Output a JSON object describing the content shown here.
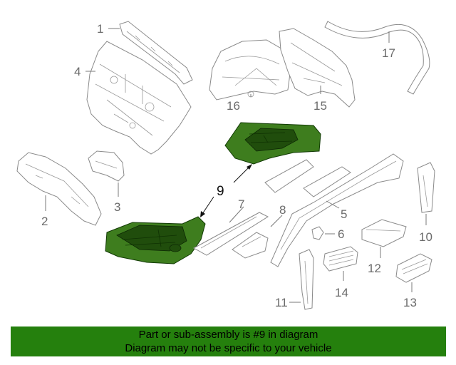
{
  "diagram": {
    "callouts": [
      "1",
      "2",
      "3",
      "4",
      "5",
      "6",
      "7",
      "8",
      "9",
      "10",
      "11",
      "12",
      "13",
      "14",
      "15",
      "16",
      "17"
    ],
    "highlighted_part": "9",
    "highlight_color": "#3e7d1e"
  },
  "banner": {
    "line1": "Part or sub-assembly is #9 in diagram",
    "line2": "Diagram may not be specific to your vehicle",
    "background": "#25800d"
  }
}
